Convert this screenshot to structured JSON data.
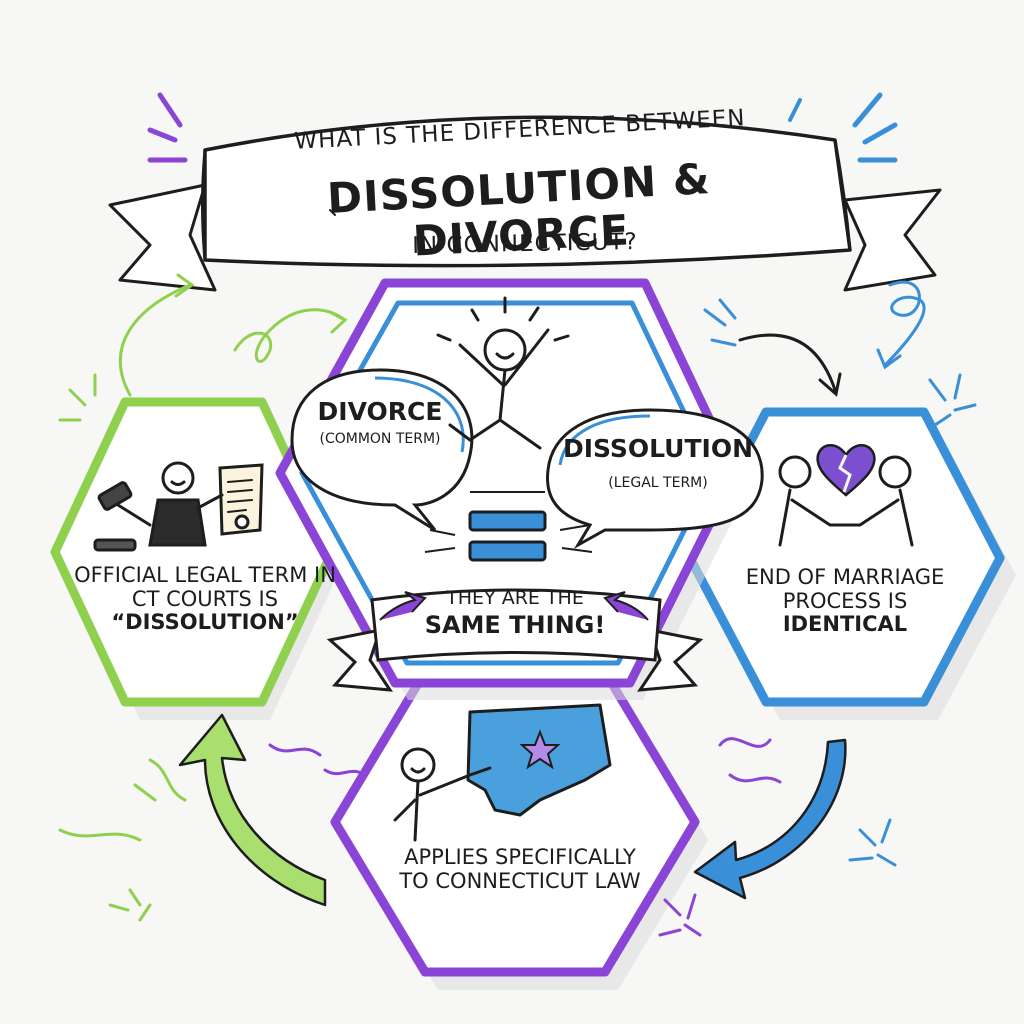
{
  "title": {
    "question": "What is the difference between",
    "main": "Dissolution & Divorce",
    "sub": "in Connecticut?"
  },
  "center": {
    "bubble_left": {
      "term": "Divorce",
      "note": "(Common term)"
    },
    "bubble_right": {
      "term": "Dissolution",
      "note": "(Legal term)"
    },
    "banner_line1": "They are the",
    "banner_line2": "same thing!"
  },
  "left_hex": {
    "text": "Official legal term in CT courts is",
    "emphasis": "“Dissolution”"
  },
  "right_hex": {
    "text": "End of marriage process is",
    "emphasis": "identical"
  },
  "bottom_hex": {
    "text": "Applies specifically to Connecticut law"
  },
  "colors": {
    "purple": "#8a45d6",
    "blue": "#3a8fd9",
    "green": "#8fd14f",
    "ink": "#1d1d1d",
    "heart": "#7b4fcf",
    "map": "#4aa0dc"
  }
}
